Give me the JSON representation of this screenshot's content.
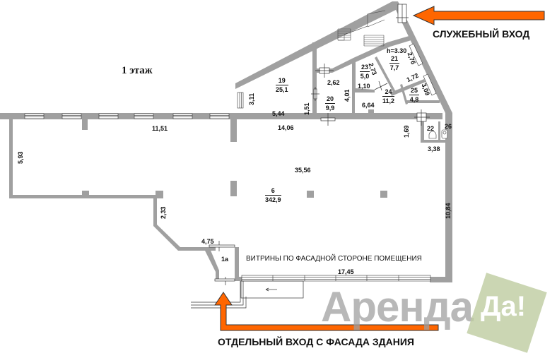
{
  "plan": {
    "floor_title": "1 этаж",
    "wall_color": "#a0a0a0",
    "arrow_color": "#ff6600"
  },
  "captions": {
    "service_entrance": "СЛУЖЕБНЫЙ ВХОД",
    "separate_entrance": "ОТДЕЛЬНЫЙ ВХОД С ФАСАДА ЗДАНИЯ",
    "shop_windows": "ВИТРИНЫ ПО ФАСАДНОЙ СТОРОНЕ ПОМЕЩЕНИЯ"
  },
  "rooms": [
    {
      "id": "6",
      "area": "342,9"
    },
    {
      "id": "19",
      "area": "25,1"
    },
    {
      "id": "20",
      "area": "9,9"
    },
    {
      "id": "21",
      "area": "7,7",
      "height": "h=3.30"
    },
    {
      "id": "23",
      "area": "5,0"
    },
    {
      "id": "24",
      "area": "11,2"
    },
    {
      "id": "25",
      "area": "4,8"
    },
    {
      "id": "22"
    },
    {
      "id": "26"
    },
    {
      "id": "1а"
    }
  ],
  "dimensions": {
    "d_11_51": "11,51",
    "d_5_93": "5,93",
    "d_2_33": "2,33",
    "d_4_75": "4,75",
    "d_17_45": "17,45",
    "d_10_84": "10,84",
    "d_35_56": "35,56",
    "d_14_06": "14,06",
    "d_5_44": "5,44",
    "d_3_11": "3,11",
    "d_1_51": "1,51",
    "d_2_62": "2,62",
    "d_4_01": "4,01",
    "d_6_64": "6,64",
    "d_1_10": "1,10",
    "d_2_73": "2,73",
    "d_2_76": "2,76",
    "d_1_72": "1,72",
    "d_3_09": "3,09",
    "d_1_69": "1,69",
    "d_3_38": "3,38"
  },
  "watermark": {
    "text": "Аренда",
    "badge": "Да!"
  }
}
